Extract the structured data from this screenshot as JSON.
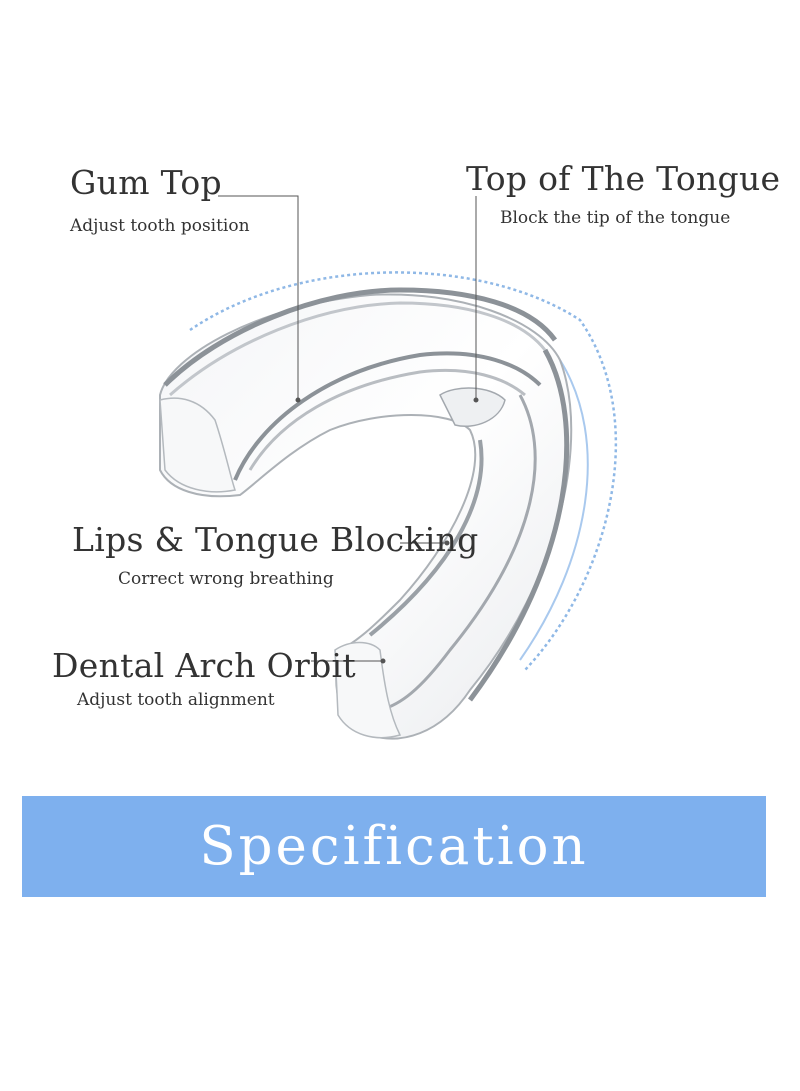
{
  "labels": {
    "gum_top": {
      "title": "Gum Top",
      "subtitle": "Adjust tooth position"
    },
    "top_of_tongue": {
      "title": "Top of The Tongue",
      "subtitle": "Block the tip of the tongue"
    },
    "lips_tongue": {
      "title": "Lips & Tongue Blocking",
      "subtitle": "Correct wrong breathing"
    },
    "dental_arch": {
      "title": "Dental Arch Orbit",
      "subtitle": "Adjust tooth alignment"
    }
  },
  "banner": {
    "text": "Specification",
    "color": "#7eb0ee",
    "text_color": "#ffffff"
  },
  "colors": {
    "leader": "#555555",
    "outline": "#9aa0a6",
    "accent_arc": "#8fb8e6"
  }
}
